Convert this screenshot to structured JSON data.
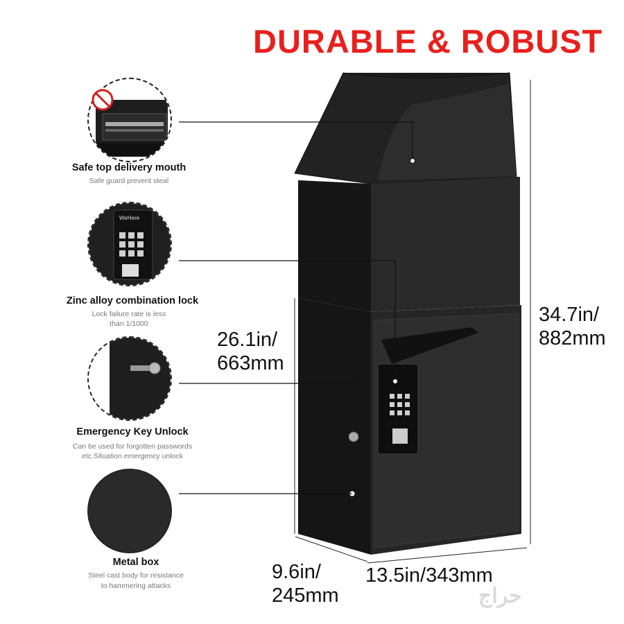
{
  "headline": "DURABLE & ROBUST",
  "features": [
    {
      "title": "Safe  top delivery mouth",
      "desc": [
        "Safe guard prevent steal"
      ]
    },
    {
      "title": "Zinc alloy combination lock",
      "desc": [
        "Lock failure rate is less",
        "than 1/1000"
      ]
    },
    {
      "title": "Emergency Key Unlock",
      "desc": [
        "Can be used for forgotten passwords",
        "etc.Situation emergency unlock"
      ]
    },
    {
      "title": "Metal box",
      "desc": [
        "Steel cast body for resistance",
        "to hammering attacks"
      ]
    }
  ],
  "dimensions": {
    "front_height": [
      "26.1in/",
      "663mm"
    ],
    "total_height": [
      "34.7in/",
      "882mm"
    ],
    "depth": [
      "9.6in/",
      "245mm"
    ],
    "width": "13.5in/343mm"
  },
  "keypad_brand": "WeHere",
  "watermark": "حراج",
  "colors": {
    "headline": "#e8201c",
    "box": "#1c1c1c"
  }
}
